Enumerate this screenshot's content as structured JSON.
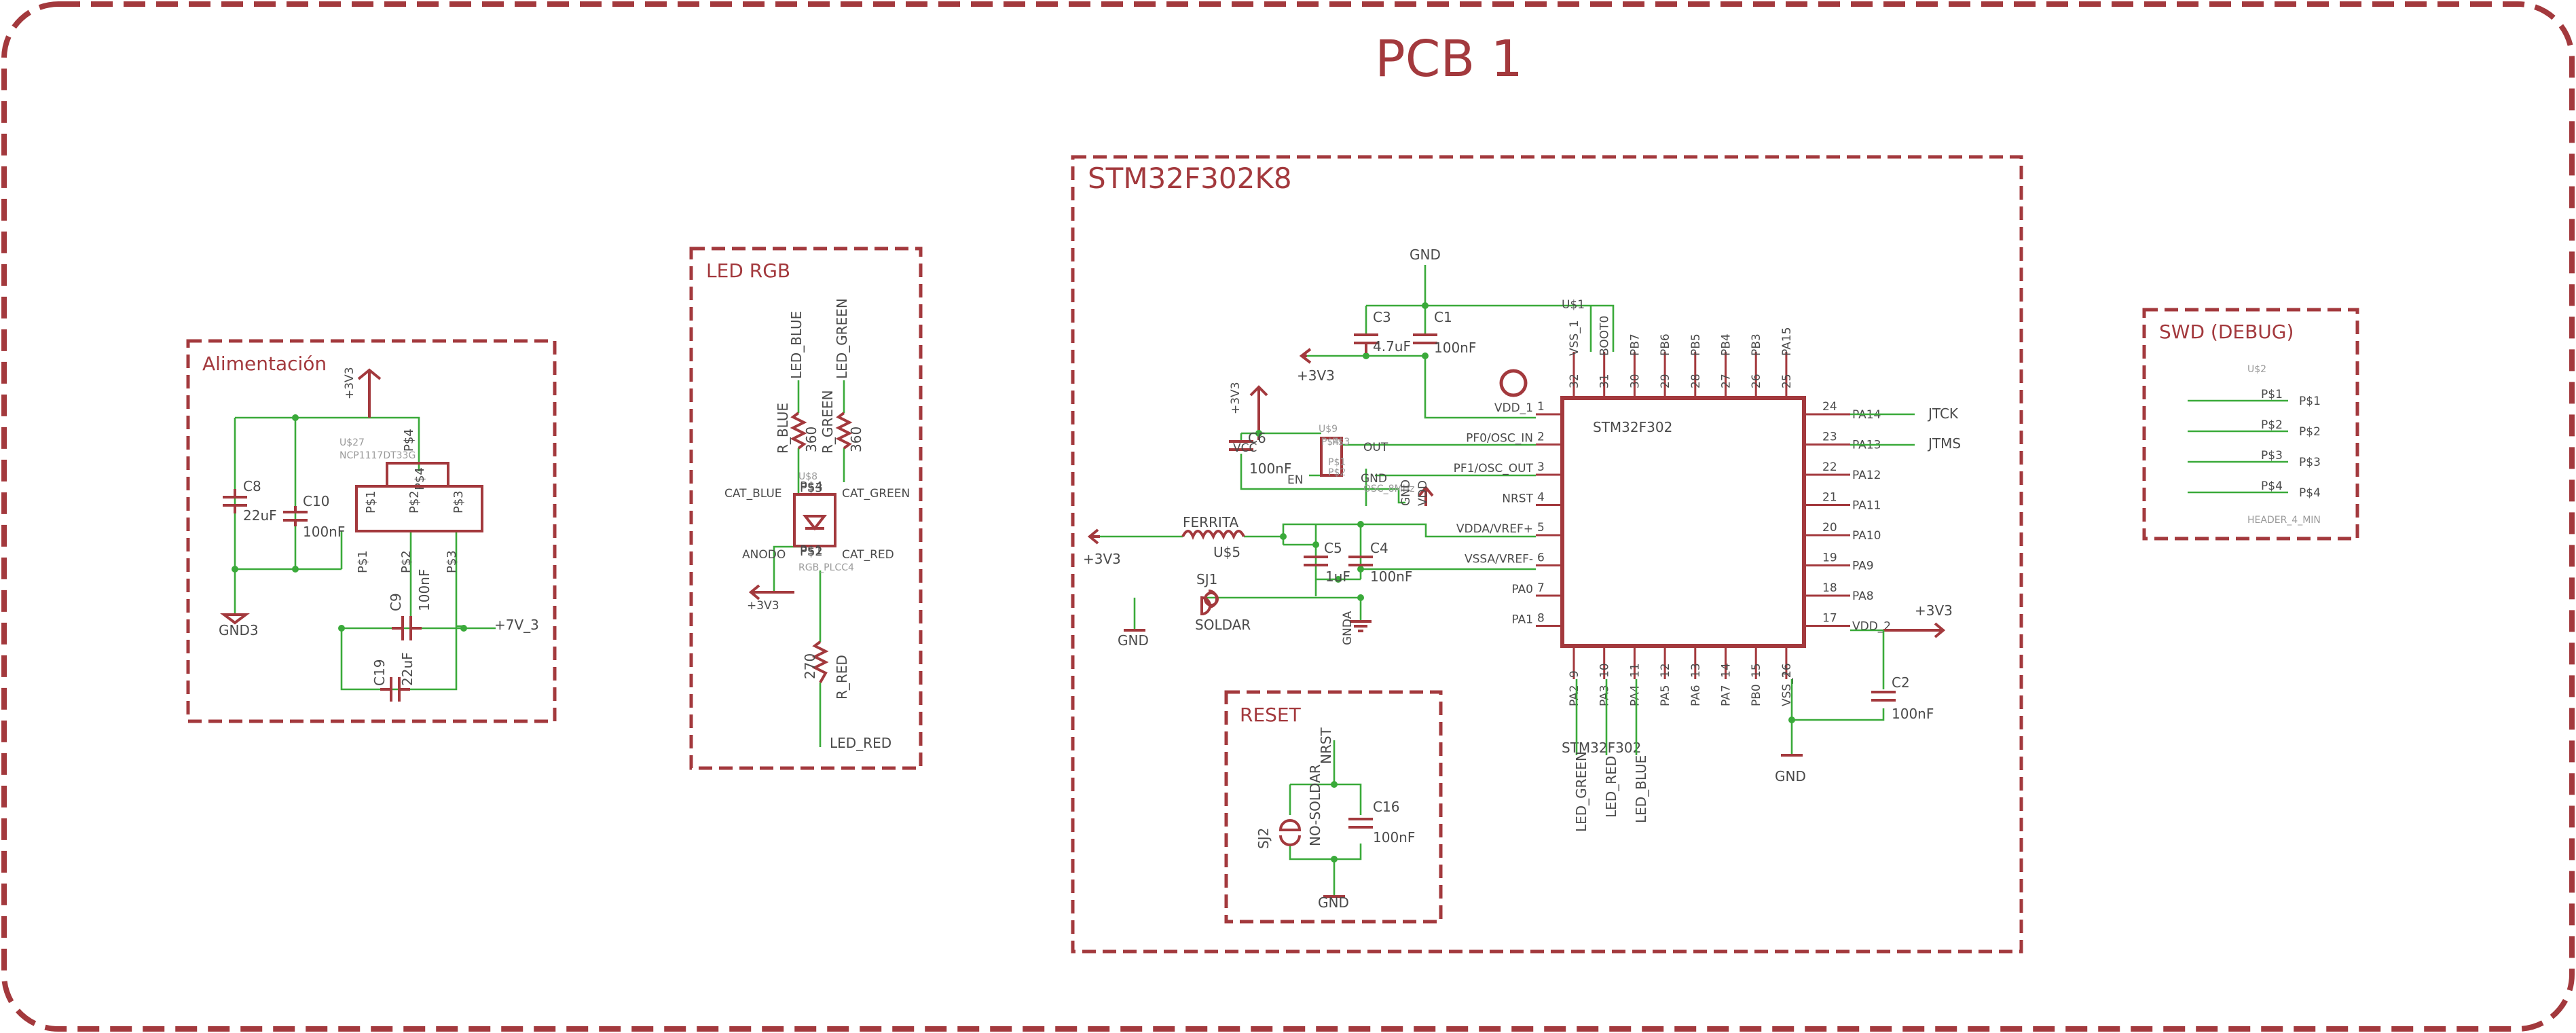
{
  "title": "PCB 1",
  "sections": {
    "power": "Alimentación",
    "led": "LED RGB",
    "mcu": "STM32F302K8",
    "reset": "RESET",
    "swd": "SWD (DEBUG)"
  },
  "power": {
    "c8_name": "C8",
    "c8_value": "22uF",
    "c10_name": "C10",
    "c10_value": "100nF",
    "c9_name": "C9",
    "c9_value": "100nF",
    "c19_name": "C19",
    "c19_value": "22uF",
    "supply": "+3V3",
    "gnd": "GND3",
    "vin": "+7V_3",
    "reg_name": "U$27",
    "reg_part": "NCP1117DT33G",
    "reg_tab": "P$4",
    "p1": "P$1",
    "p2": "P$2",
    "p3": "P$3",
    "p4_top": "P$4",
    "p1_lead": "P$1",
    "p2_lead": "P$2",
    "p3_lead": "P$3"
  },
  "led": {
    "net_blue": "LED_BLUE",
    "net_green": "LED_GREEN",
    "r_blue_name": "R_BLUE",
    "r_blue_value": "360",
    "r_green_name": "R_GREEN",
    "r_green_value": "360",
    "cat_blue": "CAT_BLUE",
    "cat_green": "CAT_GREEN",
    "anodo": "ANODO",
    "cat_red": "CAT_RED",
    "ps3": "P$3",
    "ps1": "P$1",
    "ps4": "P$4",
    "ps2": "P$2",
    "part_name": "U$8",
    "part_model": "RGB_PLCC4",
    "supply": "+3V3",
    "r_red_value": "270",
    "r_red_name": "R_RED",
    "net_red": "LED_RED"
  },
  "mcu": {
    "gnd_top": "GND",
    "c3_name": "C3",
    "c3_value": "4.7uF",
    "c1_name": "C1",
    "c1_value": "100nF",
    "supply_left": "+3V3",
    "u1": "U$1",
    "vdd1": "VDD_1",
    "osc_supply": "+3V3",
    "c6_name": "C6",
    "c6_value": "100nF",
    "osc_vcc": "VCC",
    "osc_en": "EN",
    "osc_out": "OUT",
    "osc_gnd": "GND",
    "osc_name": "U$9",
    "osc_part": "OSC_8MHz",
    "osc_p1": "P$1",
    "osc_p2": "P$2",
    "osc_p3": "P$3",
    "osc_p4": "P$4",
    "vdd_arrow": "VDD",
    "gnd_vert": "GND",
    "ferrita": "FERRITA",
    "u5": "U$5",
    "ferrita_supply": "+3V3",
    "c5_name": "C5",
    "c5_value": "1uF",
    "c4_name": "C4",
    "c4_value": "100nF",
    "sj1_name": "SJ1",
    "sj1_label": "SOLDAR",
    "sj1_gnd": "GND",
    "gnda": "GNDA",
    "chip_name": "STM32F302",
    "chip_label": "STM32F302",
    "left_pins": [
      {
        "num": "1",
        "name": "VDD_1"
      },
      {
        "num": "2",
        "name": "PF0/OSC_IN"
      },
      {
        "num": "3",
        "name": "PF1/OSC_OUT"
      },
      {
        "num": "4",
        "name": "NRST"
      },
      {
        "num": "5",
        "name": "VDDA/VREF+"
      },
      {
        "num": "6",
        "name": "VSSA/VREF-"
      },
      {
        "num": "7",
        "name": "PA0"
      },
      {
        "num": "8",
        "name": "PA1"
      }
    ],
    "right_pins": [
      {
        "num": "24",
        "name": "PA14"
      },
      {
        "num": "23",
        "name": "PA13"
      },
      {
        "num": "22",
        "name": "PA12"
      },
      {
        "num": "21",
        "name": "PA11"
      },
      {
        "num": "20",
        "name": "PA10"
      },
      {
        "num": "19",
        "name": "PA9"
      },
      {
        "num": "18",
        "name": "PA8"
      },
      {
        "num": "17",
        "name": "VDD_2"
      }
    ],
    "top_pins": [
      {
        "num": "32",
        "name": "VSS_1"
      },
      {
        "num": "31",
        "name": "BOOT0"
      },
      {
        "num": "30",
        "name": "PB7"
      },
      {
        "num": "29",
        "name": "PB6"
      },
      {
        "num": "28",
        "name": "PB5"
      },
      {
        "num": "27",
        "name": "PB4"
      },
      {
        "num": "26",
        "name": "PB3"
      },
      {
        "num": "25",
        "name": "PA15"
      }
    ],
    "bottom_pins": [
      {
        "num": "9",
        "name": "PA2"
      },
      {
        "num": "10",
        "name": "PA3"
      },
      {
        "num": "11",
        "name": "PA4"
      },
      {
        "num": "12",
        "name": "PA5"
      },
      {
        "num": "13",
        "name": "PA6"
      },
      {
        "num": "14",
        "name": "PA7"
      },
      {
        "num": "15",
        "name": "PB0"
      },
      {
        "num": "16",
        "name": "VSS_2"
      }
    ],
    "net_jtck": "JTCK",
    "net_jtms": "JTMS",
    "supply_right": "+3V3",
    "c2_name": "C2",
    "c2_value": "100nF",
    "gnd_right": "GND",
    "led_green": "LED_GREEN",
    "led_red": "LED_RED",
    "led_blue": "LED_BLUE"
  },
  "reset": {
    "nrst": "NRST",
    "sj2_name": "SJ2",
    "sj2_label": "NO-SOLDAR",
    "c16_name": "C16",
    "c16_value": "100nF",
    "gnd": "GND"
  },
  "swd": {
    "name": "U$2",
    "part": "HEADER_4_MIN",
    "pins_left": [
      "P$1",
      "P$2",
      "P$3",
      "P$4"
    ],
    "pins_right": [
      "P$1",
      "P$2",
      "P$3",
      "P$4"
    ]
  },
  "colors": {
    "frame": "#a3393d",
    "wire": "#3aaa3a",
    "text": "#4a4a4a",
    "faint": "#9a9a9a"
  }
}
